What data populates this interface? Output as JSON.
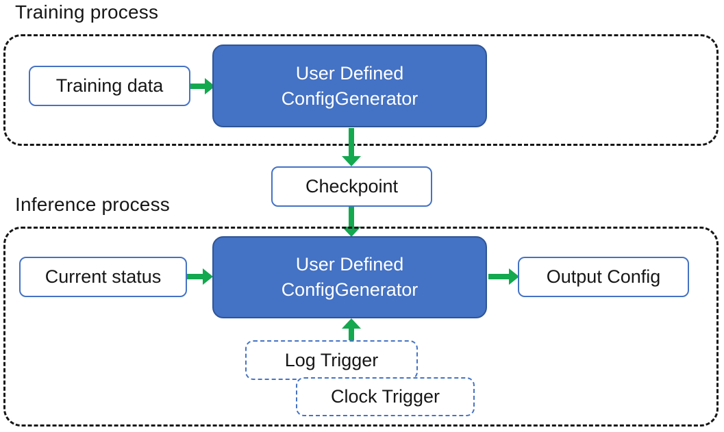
{
  "colors": {
    "accent_blue": "#4472C4",
    "accent_blue_dark": "#2F5597",
    "arrow_green": "#14A84F",
    "ink": "#161616"
  },
  "training_section": {
    "label": "Training process",
    "training_data": "Training data",
    "generator": {
      "line1": "User Defined",
      "line2": "ConfigGenerator"
    }
  },
  "checkpoint": {
    "label": "Checkpoint"
  },
  "inference_section": {
    "label": "Inference process",
    "current_status": "Current status",
    "generator": {
      "line1": "User Defined",
      "line2": "ConfigGenerator"
    },
    "output_config": "Output Config",
    "log_trigger": "Log Trigger",
    "clock_trigger": "Clock Trigger"
  }
}
